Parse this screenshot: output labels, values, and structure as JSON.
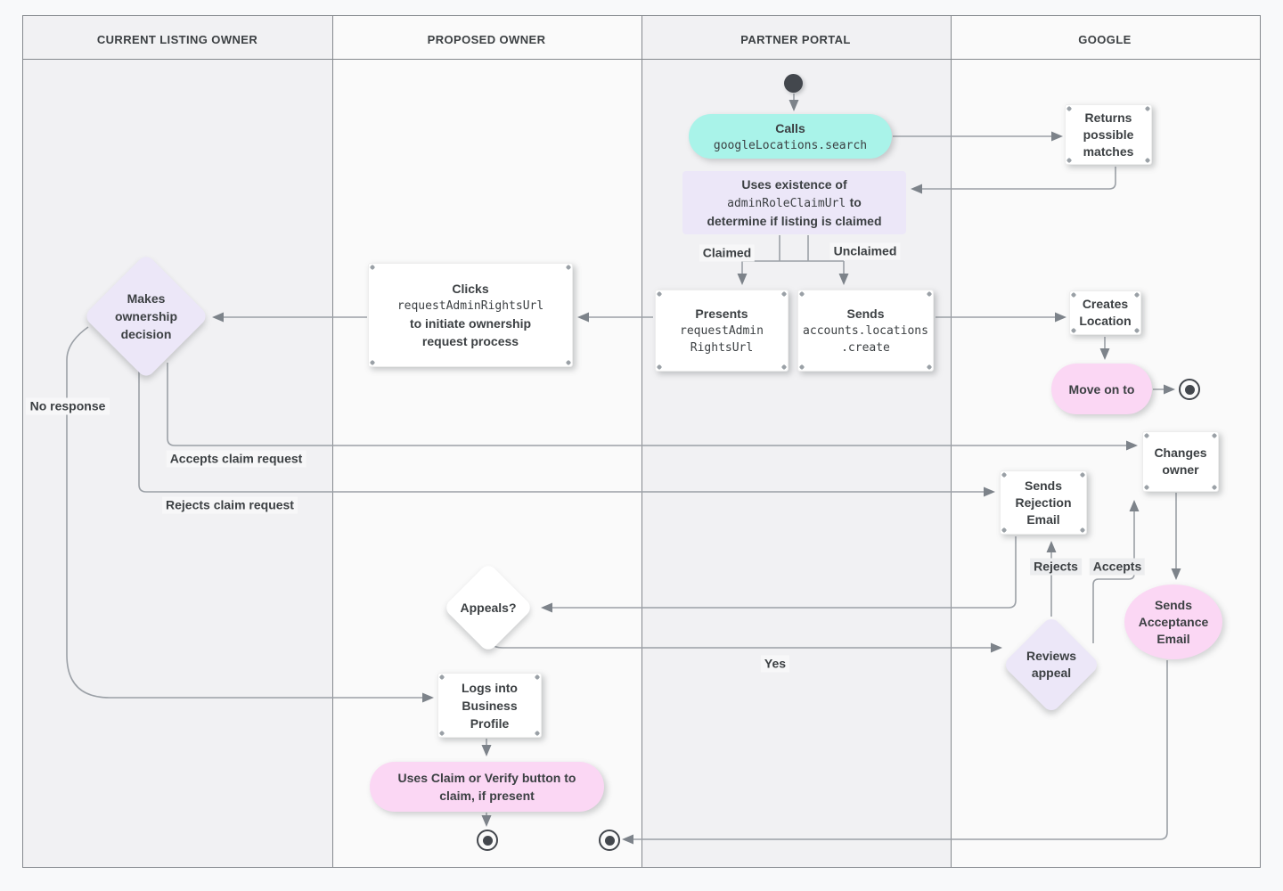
{
  "lanes": [
    {
      "label": "CURRENT LISTING OWNER"
    },
    {
      "label": "PROPOSED OWNER"
    },
    {
      "label": "PARTNER PORTAL"
    },
    {
      "label": "GOOGLE"
    }
  ],
  "nodes": {
    "calls": {
      "title": "Calls",
      "code": "googleLocations.search"
    },
    "returns_matches": {
      "text": "Returns possible matches"
    },
    "uses_existence": {
      "line1": "Uses existence of",
      "code": "adminRoleClaimUrl",
      "line2_rest": "to",
      "line3": "determine if listing is claimed"
    },
    "presents": {
      "title": "Presents",
      "code_line1": "requestAdmin",
      "code_line2": "RightsUrl"
    },
    "sends_create": {
      "title": "Sends",
      "code_line1": "accounts.locations",
      "code_line2": ".create"
    },
    "clicks": {
      "title": "Clicks",
      "code": "requestAdminRightsUrl",
      "line2": "to initiate ownership",
      "line3": "request process"
    },
    "makes_decision": {
      "text": "Makes ownership decision"
    },
    "creates_location": {
      "text": "Creates Location"
    },
    "move_on": {
      "text": "Move on to"
    },
    "changes_owner": {
      "text": "Changes owner"
    },
    "sends_rejection": {
      "text": "Sends Rejection Email"
    },
    "reviews_appeal": {
      "text": "Reviews appeal"
    },
    "sends_acceptance": {
      "text": "Sends Acceptance Email"
    },
    "appeals": {
      "text": "Appeals?"
    },
    "logs_into": {
      "text": "Logs into Business Profile"
    },
    "uses_claim": {
      "text": "Uses Claim or Verify button to claim, if present"
    }
  },
  "edge_labels": {
    "claimed": "Claimed",
    "unclaimed": "Unclaimed",
    "no_response": "No response",
    "accepts_claim": "Accepts claim request",
    "rejects_claim": "Rejects claim request",
    "yes": "Yes",
    "rejects": "Rejects",
    "accepts": "Accepts"
  },
  "colors": {
    "teal": "#a9f3e9",
    "lavender": "#ece7f8",
    "pink": "#fbd7f4",
    "node_white": "#ffffff",
    "line": "#9ba0a6",
    "arrow": "#7d838a",
    "text": "#3c4043",
    "lane_dark": "#f1f1f3",
    "lane_light": "#fafafa"
  }
}
